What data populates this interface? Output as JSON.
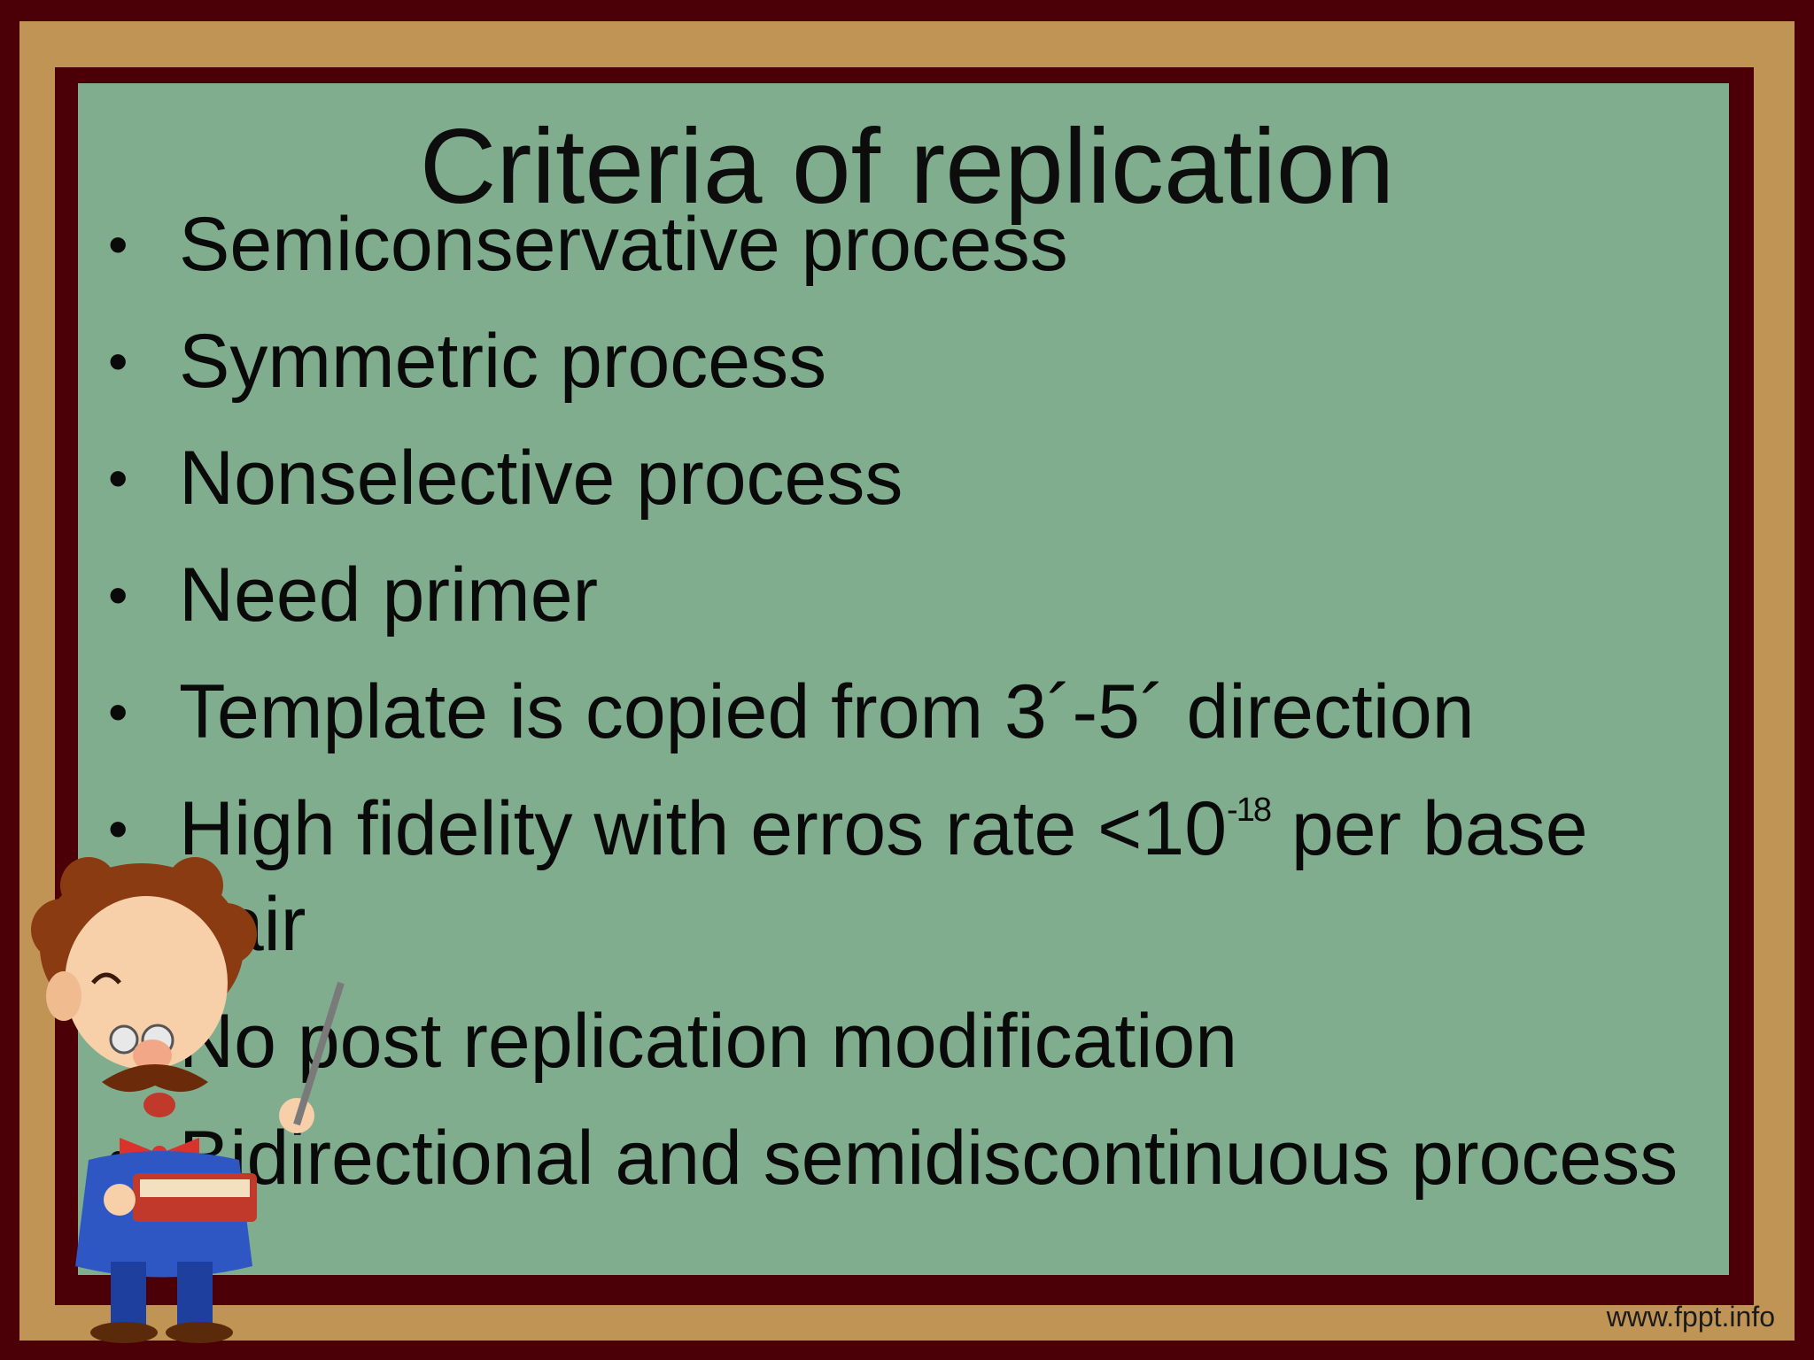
{
  "slide": {
    "title": "Criteria of replication",
    "bullets": [
      {
        "text": "Semiconservative process"
      },
      {
        "text": "Symmetric process"
      },
      {
        "text": "Nonselective process"
      },
      {
        "text": "Need primer"
      },
      {
        "text": "Template is copied from 3´-5´ direction"
      },
      {
        "text_before": "High fidelity with erros rate <10",
        "superscript": "-18",
        "text_after": " per base pair"
      },
      {
        "text": "No post replication modification"
      },
      {
        "text": "Bidirectional and semidiscontinuous process"
      }
    ],
    "bullet_symbol": "•",
    "footer_url": "www.fppt.info"
  },
  "colors": {
    "frame_dark": "#4a0006",
    "frame_tan": "#c09454",
    "board_green": "#80ad8e",
    "text": "#0a0a0a"
  },
  "icons": {
    "mascot": "professor-mascot-icon"
  }
}
